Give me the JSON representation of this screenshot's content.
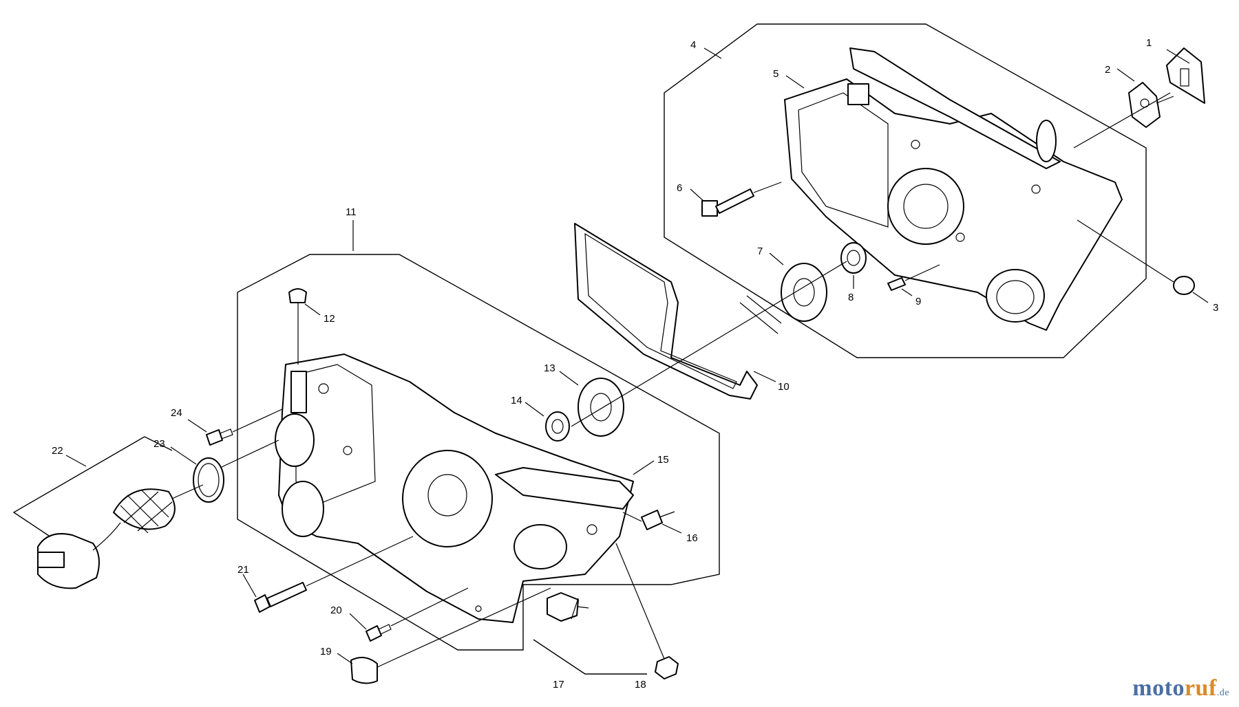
{
  "callouts": [
    {
      "n": "1"
    },
    {
      "n": "2"
    },
    {
      "n": "3"
    },
    {
      "n": "4"
    },
    {
      "n": "5"
    },
    {
      "n": "6"
    },
    {
      "n": "7"
    },
    {
      "n": "8"
    },
    {
      "n": "9"
    },
    {
      "n": "10"
    },
    {
      "n": "11"
    },
    {
      "n": "12"
    },
    {
      "n": "13"
    },
    {
      "n": "14"
    },
    {
      "n": "15"
    },
    {
      "n": "16"
    },
    {
      "n": "17"
    },
    {
      "n": "18"
    },
    {
      "n": "19"
    },
    {
      "n": "20"
    },
    {
      "n": "21"
    },
    {
      "n": "22"
    },
    {
      "n": "23"
    },
    {
      "n": "24"
    }
  ],
  "watermark": {
    "part1": "moto",
    "part2": "ruf",
    "suffix": ".de"
  },
  "colors": {
    "line": "#000000",
    "background": "#ffffff",
    "watermark_blue": "#4a6fa5",
    "watermark_orange": "#d98a2b"
  }
}
